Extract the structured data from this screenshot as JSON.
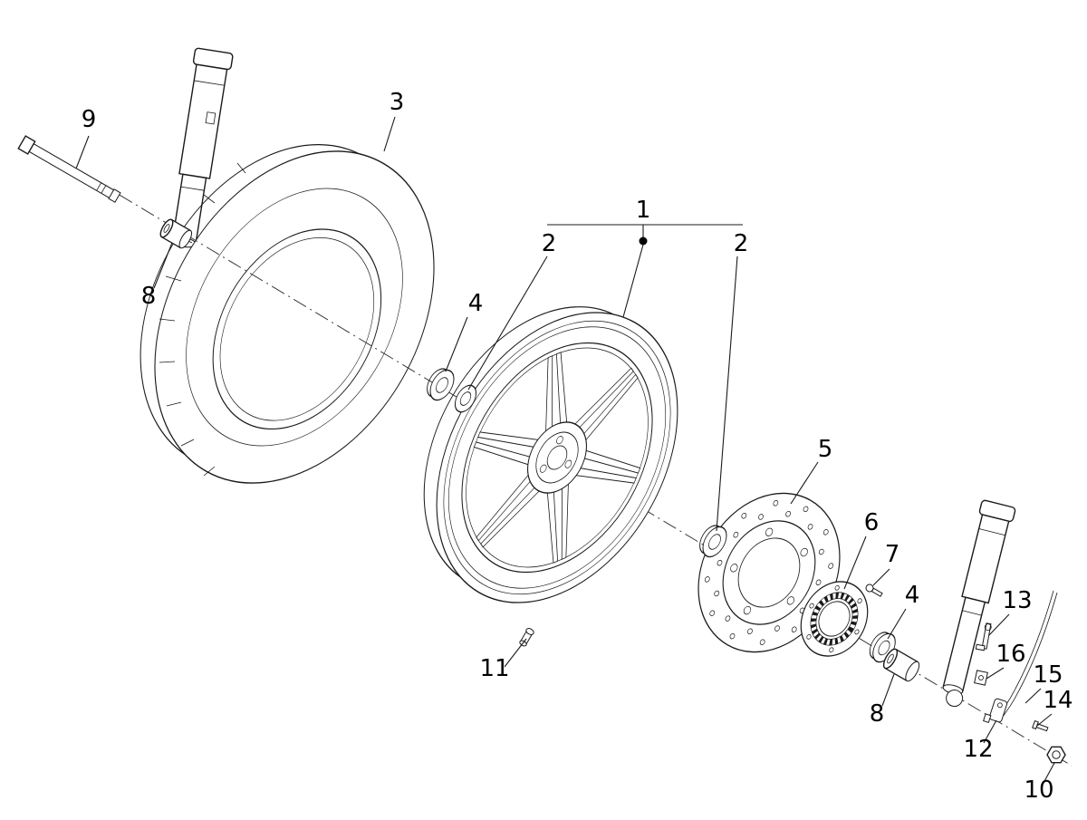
{
  "colors": {
    "line": "#1a1a1a",
    "background": "#ffffff",
    "text": "#000000"
  },
  "callouts": [
    {
      "number": "9"
    },
    {
      "number": "3"
    },
    {
      "number": "1"
    },
    {
      "number": "2"
    },
    {
      "number": "2"
    },
    {
      "number": "8"
    },
    {
      "number": "4"
    },
    {
      "number": "5"
    },
    {
      "number": "6"
    },
    {
      "number": "7"
    },
    {
      "number": "4"
    },
    {
      "number": "13"
    },
    {
      "number": "16"
    },
    {
      "number": "15"
    },
    {
      "number": "14"
    },
    {
      "number": "8"
    },
    {
      "number": "11"
    },
    {
      "number": "12"
    },
    {
      "number": "10"
    }
  ]
}
